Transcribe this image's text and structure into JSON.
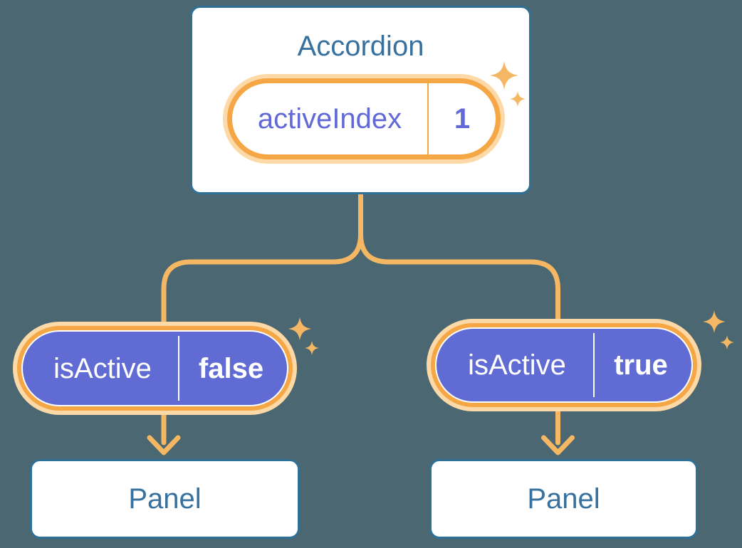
{
  "diagram": {
    "root": {
      "title": "Accordion",
      "state": {
        "name": "activeIndex",
        "value": "1"
      }
    },
    "children": [
      {
        "prop": {
          "name": "isActive",
          "value": "false"
        },
        "panel": {
          "title": "Panel"
        }
      },
      {
        "prop": {
          "name": "isActive",
          "value": "true"
        },
        "panel": {
          "title": "Panel"
        }
      }
    ]
  },
  "colors": {
    "background": "#4B6771",
    "box_bg": "#FFFFFF",
    "box_border": "#2E7096",
    "box_text": "#38719E",
    "pill_ring_orange": "#F5A645",
    "pill_halo": "#FCD9A6",
    "state_text_purple": "#6269D6",
    "prop_pill_purple": "#606BD4",
    "prop_pill_text": "#FFFFFF",
    "connector_orange": "#F5B763"
  },
  "icons": {
    "sparkle": "sparkle-icon",
    "arrow": "arrow-down-icon"
  }
}
